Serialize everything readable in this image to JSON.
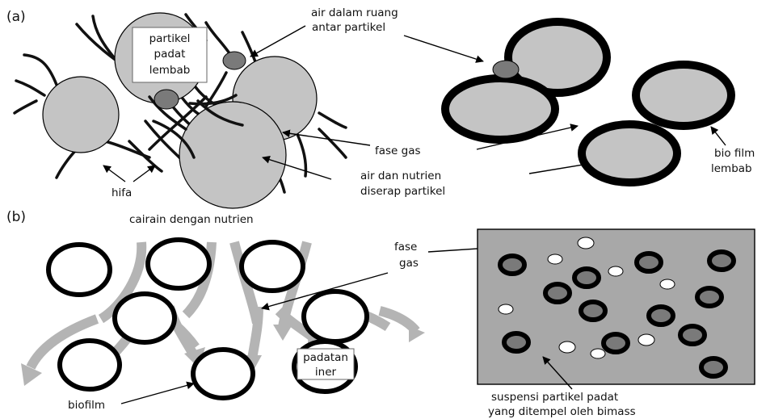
{
  "panel_a": {
    "label": "(a)",
    "labels": {
      "partikel_padat_1": "partikel",
      "partikel_padat_2": "padat",
      "partikel_padat_3": "lembab",
      "air_ruang_1": "air dalam ruang",
      "air_ruang_2": "antar partikel",
      "fase_gas": "fase gas",
      "air_nutrien_1": "air dan nutrien",
      "air_nutrien_2": "diserap partikel",
      "hifa": "hifa",
      "biofilm_1": "bio film",
      "biofilm_2": "lembab"
    }
  },
  "panel_b": {
    "label": "(b)",
    "labels": {
      "cairan": "cairain dengan nutrien",
      "fase_gas_1": "fase",
      "fase_gas_2": "gas",
      "padatan_1": "padatan",
      "padatan_2": "iner",
      "biofilm": "biofilm",
      "suspensi_1": "suspensi partikel padat",
      "suspensi_2": "yang ditempel oleh bimass"
    }
  },
  "colors": {
    "particle_fill": "#c4c4c4",
    "dark_particle": "#7a7a7a",
    "box_fill": "#a8a8a8",
    "flow_arrow": "#b4b4b4",
    "outline": "#000000"
  }
}
